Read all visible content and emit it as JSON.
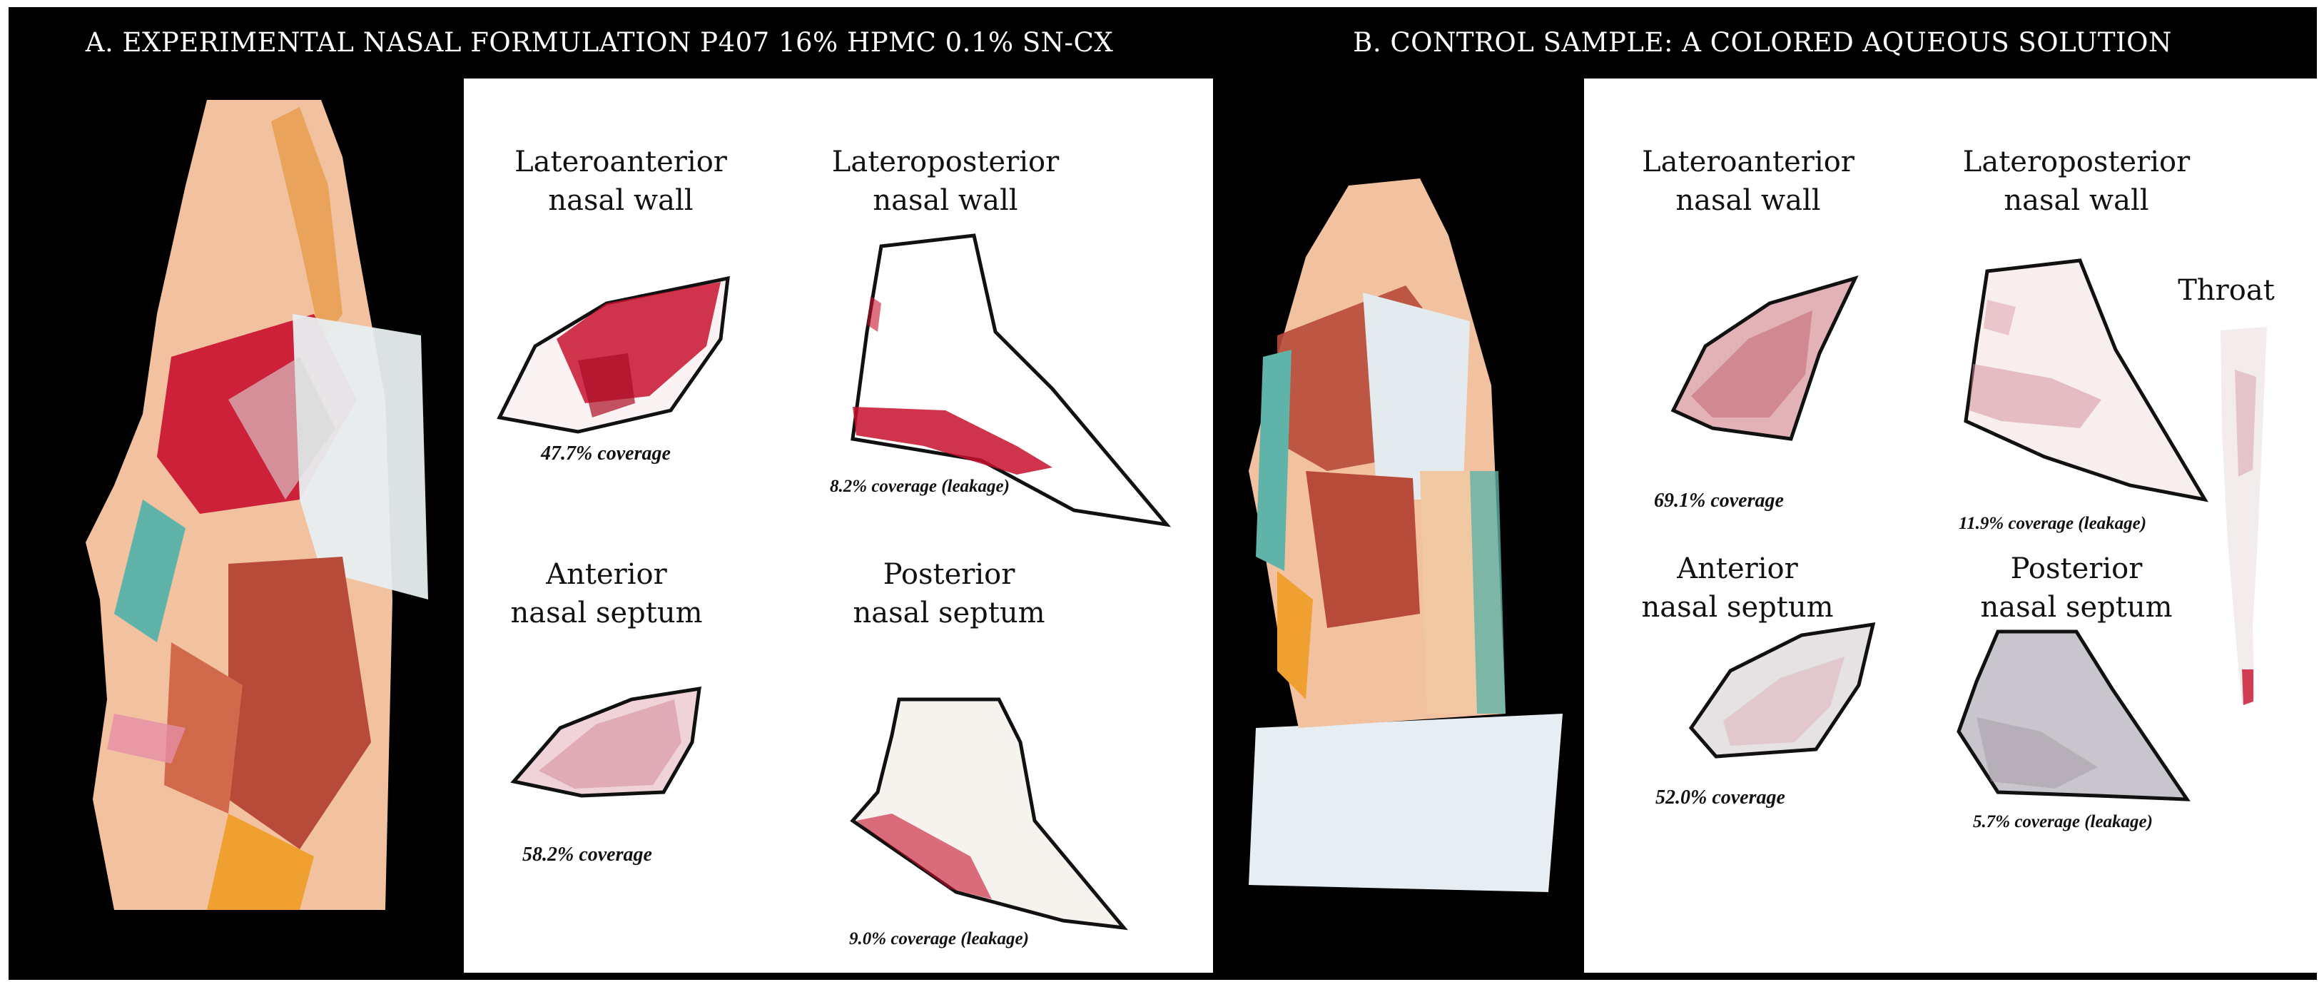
{
  "panel_a": {
    "title": "A. EXPERIMENTAL NASAL FORMULATION P407 16% HPMC 0.1% SN-CX",
    "regions": [
      {
        "name_line1": "Lateroanterior",
        "name_line2": "nasal wall",
        "coverage": "47.7% coverage"
      },
      {
        "name_line1": "Lateroposterior",
        "name_line2": "nasal wall",
        "coverage": "8.2% coverage (leakage)"
      },
      {
        "name_line1": "Anterior",
        "name_line2": "nasal septum",
        "coverage": "58.2% coverage"
      },
      {
        "name_line1": "Posterior",
        "name_line2": "nasal septum",
        "coverage": "9.0% coverage (leakage)"
      }
    ]
  },
  "panel_b": {
    "title": "B. CONTROL SAMPLE: A COLORED AQUEOUS SOLUTION",
    "regions": [
      {
        "name_line1": "Lateroanterior",
        "name_line2": "nasal wall",
        "coverage": "69.1% coverage"
      },
      {
        "name_line1": "Lateroposterior",
        "name_line2": "nasal wall",
        "coverage": "11.9% coverage (leakage)"
      },
      {
        "name_line1": "Anterior",
        "name_line2": "nasal septum",
        "coverage": "52.0% coverage"
      },
      {
        "name_line1": "Posterior",
        "name_line2": "nasal septum",
        "coverage": "5.7% coverage (leakage)"
      }
    ],
    "throat_label": "Throat"
  },
  "colors": {
    "background": "#000000",
    "sheet": "#ffffff",
    "stain_red": "#c8102e",
    "skin": "#f2c2a0",
    "muscle": "#b84a3a",
    "mucosa_teal": "#5fb3a8"
  }
}
